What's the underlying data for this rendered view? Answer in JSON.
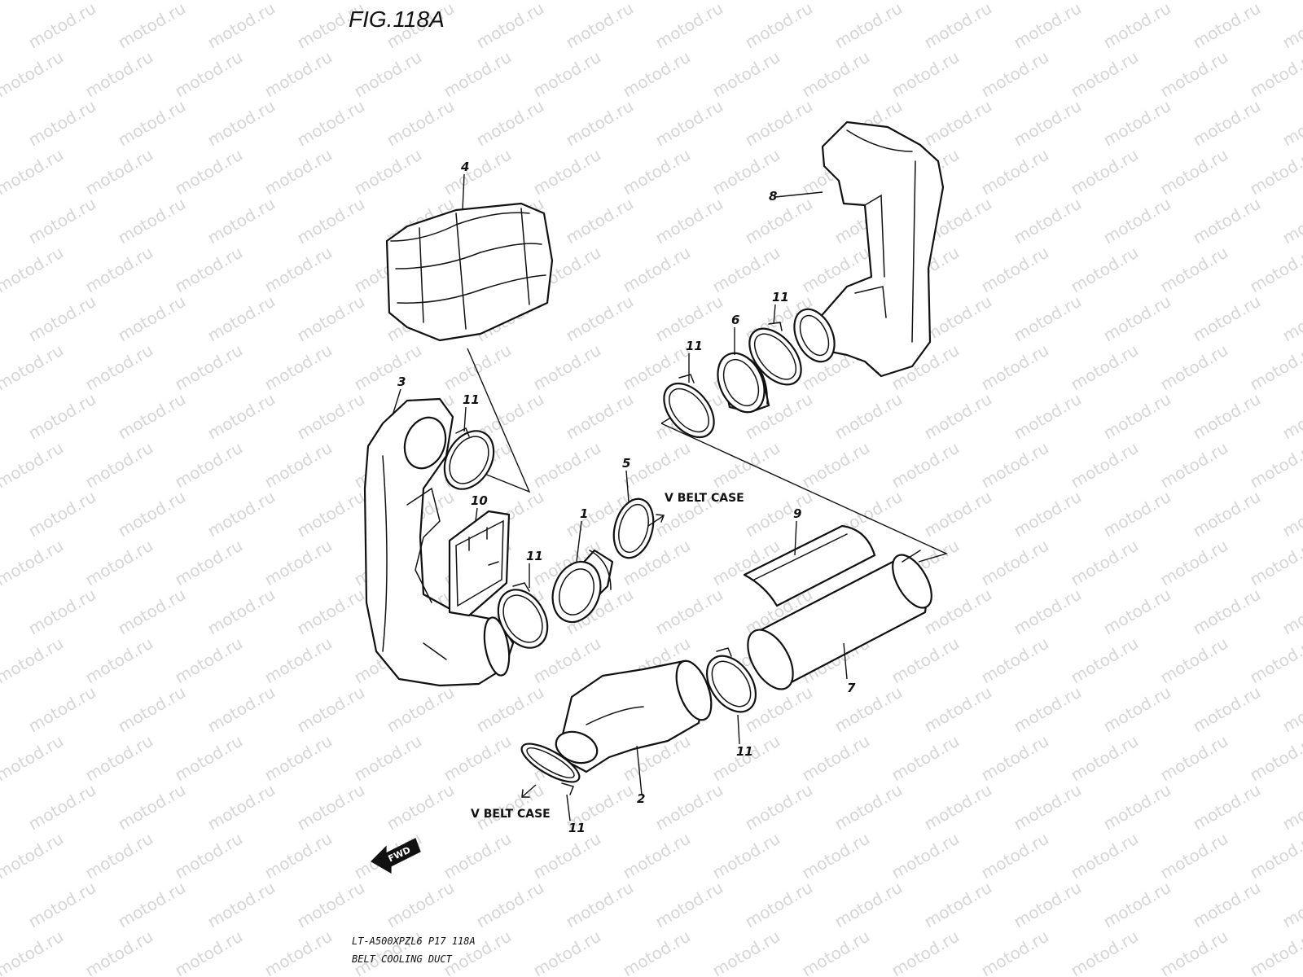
{
  "figure": {
    "title": "FIG.118A"
  },
  "watermark": {
    "text": "motod.ru"
  },
  "parts": [
    {
      "ref": "1"
    },
    {
      "ref": "2"
    },
    {
      "ref": "3"
    },
    {
      "ref": "4"
    },
    {
      "ref": "5"
    },
    {
      "ref": "6"
    },
    {
      "ref": "7"
    },
    {
      "ref": "8"
    },
    {
      "ref": "9"
    },
    {
      "ref": "10"
    },
    {
      "ref": "11"
    }
  ],
  "notes": {
    "v_belt_case_upper": "V BELT CASE",
    "v_belt_case_lower": "V BELT CASE"
  },
  "fwd_indicator": {
    "label": "FWD",
    "icon": "fwd-arrow-icon"
  },
  "footer": {
    "model_code": "LT-A500XPZL6  P17  118A",
    "caption": "BELT COOLING DUCT"
  }
}
